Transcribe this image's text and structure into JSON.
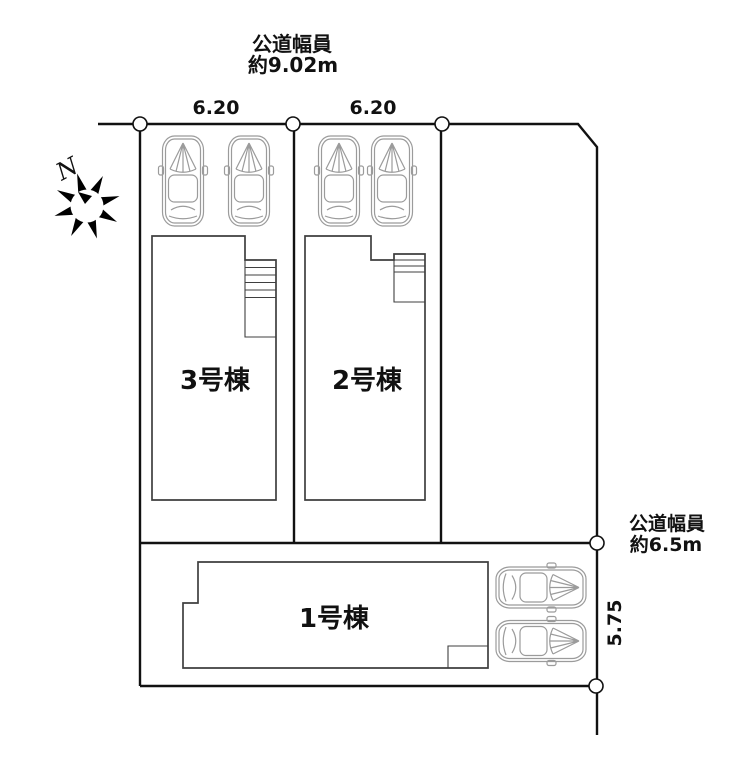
{
  "plan": {
    "compass": {
      "north_label": "N"
    },
    "roads": {
      "top": {
        "line1": "公道幅員",
        "line2": "約9.02m"
      },
      "right": {
        "line1": "公道幅員",
        "line2": "約6.5m"
      }
    },
    "dimensions": {
      "bay1_width": "6.20",
      "bay2_width": "6.20",
      "right_frontage": "5.75"
    },
    "buildings": {
      "b3": "3号棟",
      "b2": "2号棟",
      "b1": "1号棟"
    },
    "colors": {
      "boundary": "#111111",
      "building": "#3f3f3f",
      "car": "#9b9b9b",
      "bg": "#ffffff"
    }
  }
}
